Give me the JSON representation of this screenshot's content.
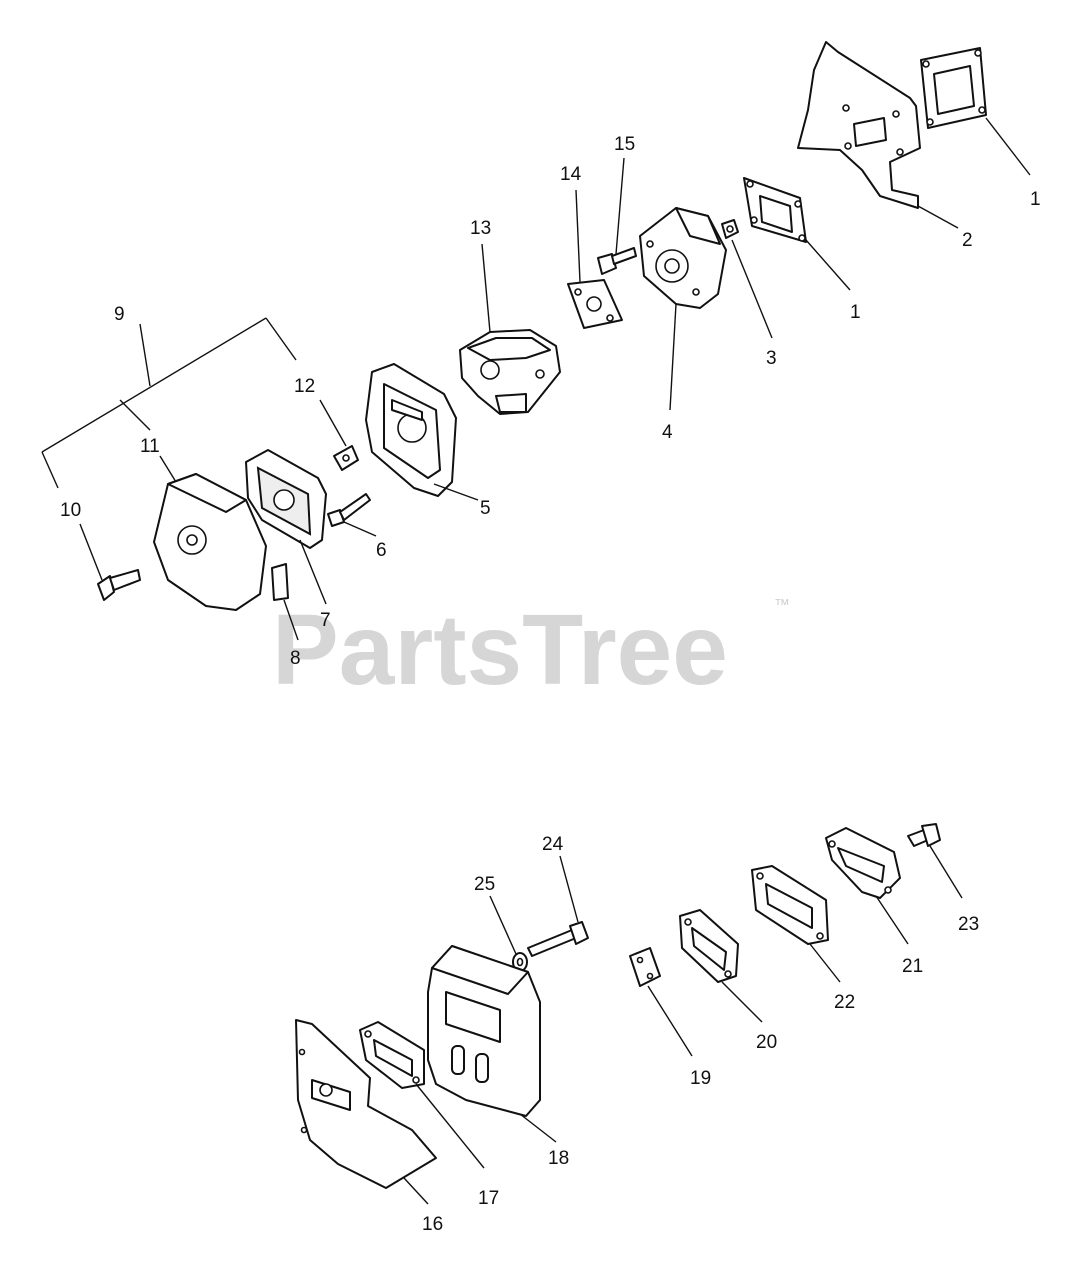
{
  "watermark": {
    "brand": "PartsTree",
    "trademark": "™"
  },
  "callouts": {
    "c1a": "1",
    "c2": "2",
    "c1b": "1",
    "c3": "3",
    "c4": "4",
    "c15": "15",
    "c14": "14",
    "c13": "13",
    "c9": "9",
    "c12": "12",
    "c11": "11",
    "c10": "10",
    "c5": "5",
    "c6": "6",
    "c7": "7",
    "c8": "8",
    "c24": "24",
    "c25": "25",
    "c23": "23",
    "c21": "21",
    "c22": "22",
    "c20": "20",
    "c19": "19",
    "c18": "18",
    "c17": "17",
    "c16": "16"
  },
  "colors": {
    "line": "#111111",
    "watermark": "#d6d6d6"
  }
}
